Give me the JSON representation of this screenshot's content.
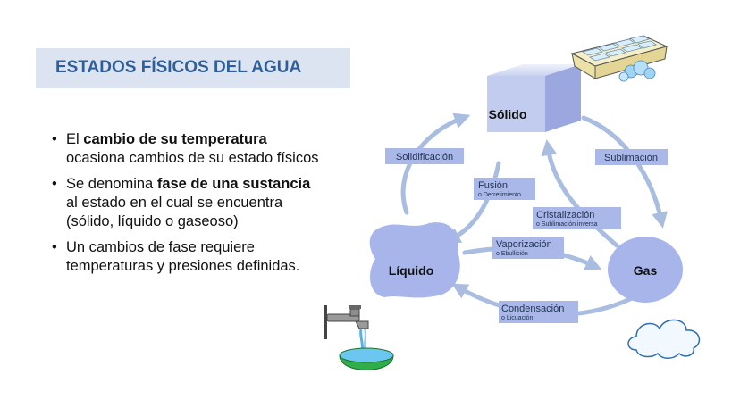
{
  "title": "ESTADOS FÍSICOS DEL AGUA",
  "bullets": [
    {
      "pre": "El ",
      "bold": "cambio de su temperatura",
      "post": " ocasiona cambios de su estado físicos"
    },
    {
      "pre": "Se denomina ",
      "bold": "fase de una sustancia",
      "post": " al estado en el cual se encuentra (sólido, líquido o gaseoso)"
    },
    {
      "pre": "",
      "bold": "",
      "post": "Un cambios de fase requiere temperaturas y presiones definidas."
    }
  ],
  "diagram": {
    "states": {
      "solid": "Sólido",
      "liquid": "Líquido",
      "gas": "Gas"
    },
    "transitions": {
      "solidification": {
        "label": "Solidificación"
      },
      "sublimation": {
        "label": "Sublimación"
      },
      "fusion": {
        "label": "Fusión",
        "sub": "o Derretimiento"
      },
      "crystallization": {
        "label": "Cristalización",
        "sub": "o Sublimación inversa"
      },
      "vaporization": {
        "label": "Vaporización",
        "sub": "o Ebullición"
      },
      "condensation": {
        "label": "Condensación",
        "sub": "o Licuación"
      }
    }
  },
  "icons": [
    "ice-tray-icon",
    "water-faucet-icon",
    "cloud-icon"
  ],
  "colors": {
    "arrow": "#a9bde0",
    "label_bg": "#a9b8e8",
    "state": "#a7b5ea",
    "title_bg": "#dbe4f0",
    "title_text": "#2f5f9a"
  }
}
